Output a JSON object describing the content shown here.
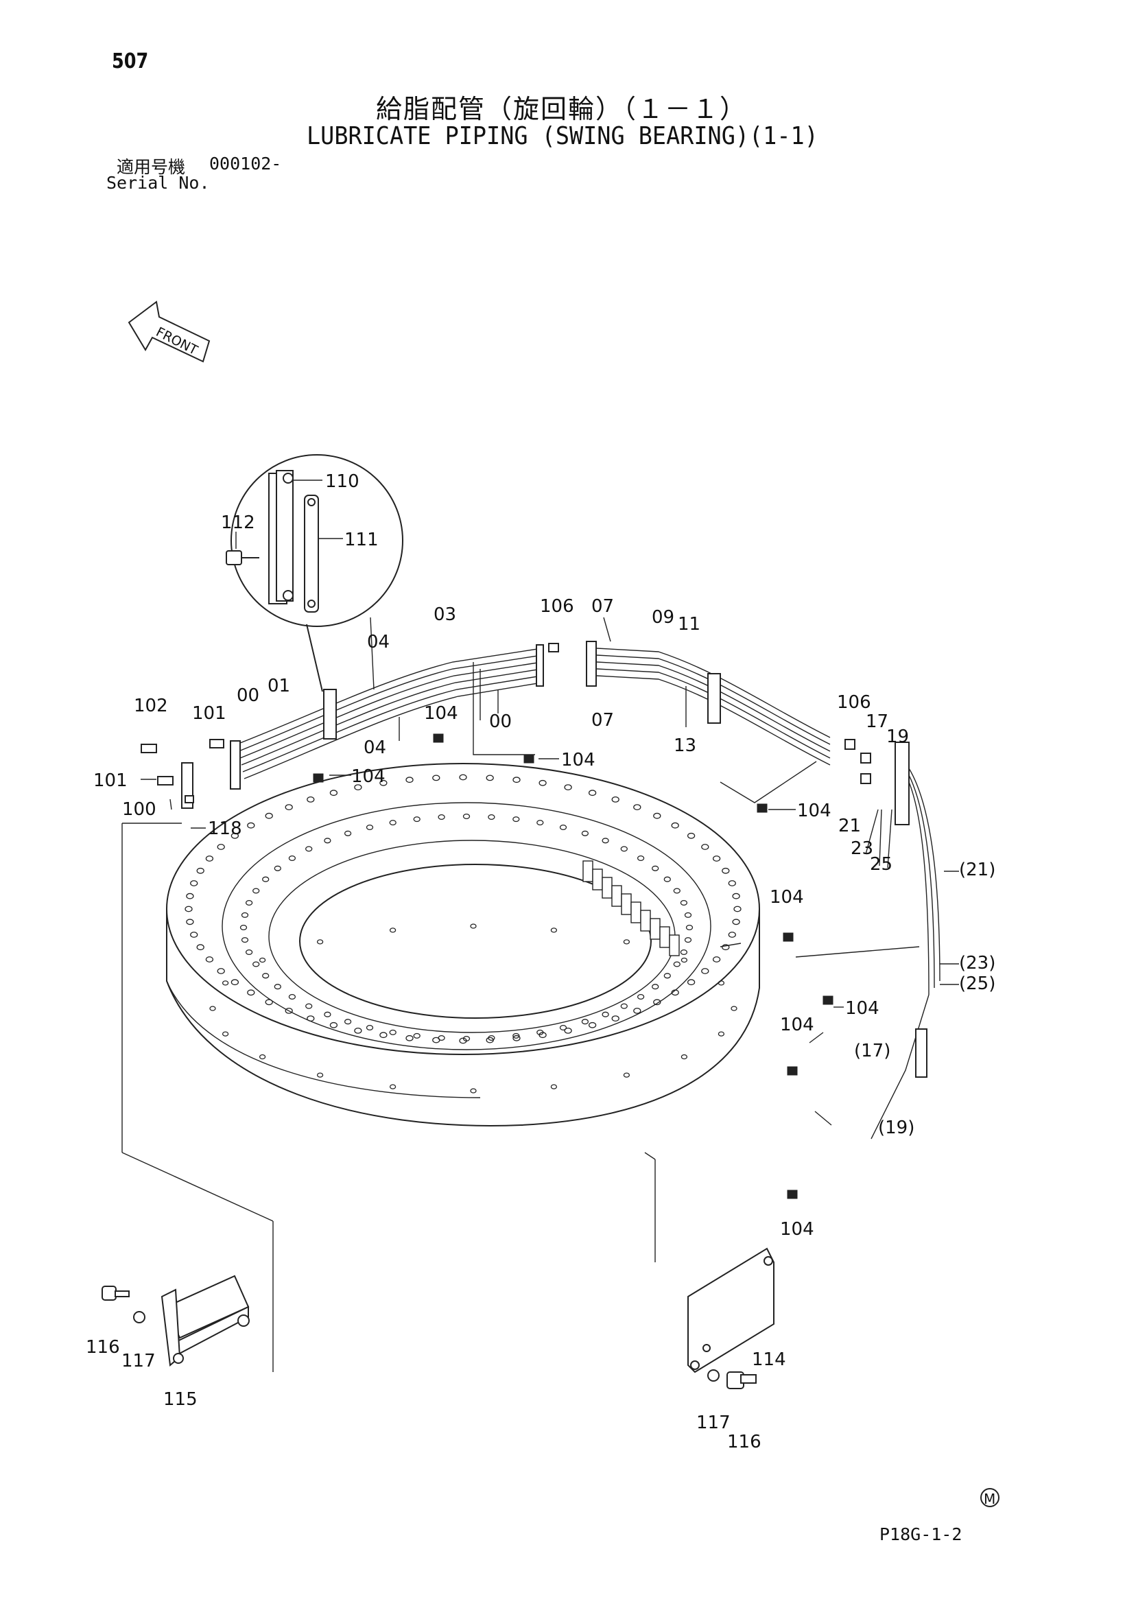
{
  "header": {
    "page_number": "507",
    "title_jp": "給脂配管（旋回輪）（１－１）",
    "title_en": "LUBRICATE PIPING (SWING BEARING)(1-1)",
    "serial_label_jp": "適用号機",
    "serial_value": "000102-",
    "serial_label_en": "Serial No."
  },
  "front_arrow_label": "FRONT",
  "callouts": {
    "c110": "110",
    "c111": "111",
    "c112": "112",
    "c03": "03",
    "c04a": "04",
    "c04b": "04",
    "c00a": "00",
    "c00b": "00",
    "c01": "01",
    "c102": "102",
    "c101a": "101",
    "c101b": "101",
    "c100": "100",
    "c118": "118",
    "c104a": "104",
    "c104b": "104",
    "c104c": "104",
    "c104d": "104",
    "c104e": "104",
    "c104f": "104",
    "c104g": "104",
    "c104h": "104",
    "c106a": "106",
    "c07a": "07",
    "c07b": "07",
    "c09": "09",
    "c11": "11",
    "c13": "13",
    "c106b": "106",
    "c17": "17",
    "c19": "19",
    "c21": "21",
    "c23": "23",
    "c25": "25",
    "c21p": "(21)",
    "c23p": "(23)",
    "c25p": "(25)",
    "c17p": "(17)",
    "c19p": "(19)",
    "c116a": "116",
    "c117a": "117",
    "c115": "115",
    "c114": "114",
    "c117b": "117",
    "c116b": "116"
  },
  "footer": {
    "mark": "M",
    "drawing_code": "P18G-1-2"
  }
}
